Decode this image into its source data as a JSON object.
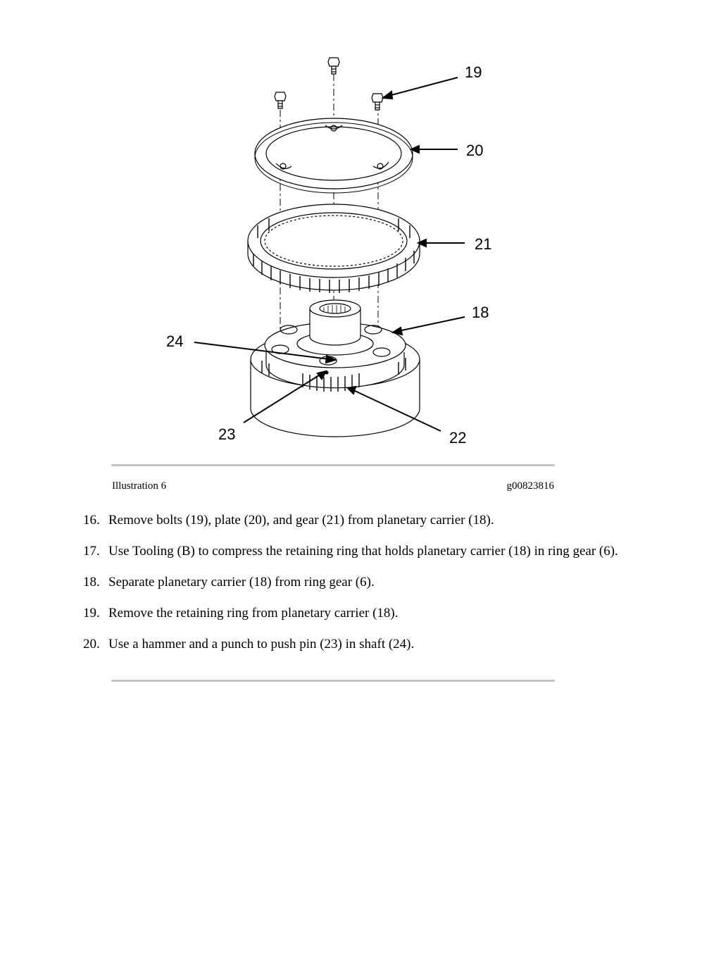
{
  "figure": {
    "callouts": {
      "c19": "19",
      "c20": "20",
      "c21": "21",
      "c18": "18",
      "c24": "24",
      "c23": "23",
      "c22": "22"
    }
  },
  "caption": {
    "label": "Illustration 6",
    "code": "g00823816"
  },
  "steps": [
    {
      "num": "16.",
      "text": "Remove bolts (19), plate (20), and gear (21) from planetary carrier (18)."
    },
    {
      "num": "17.",
      "text": "Use Tooling (B) to compress the retaining ring that holds planetary carrier (18) in ring gear (6)."
    },
    {
      "num": "18.",
      "text": "Separate planetary carrier (18) from ring gear (6)."
    },
    {
      "num": "19.",
      "text": "Remove the retaining ring from planetary carrier (18)."
    },
    {
      "num": "20.",
      "text": "Use a hammer and a punch to push pin (23) in shaft (24)."
    }
  ]
}
